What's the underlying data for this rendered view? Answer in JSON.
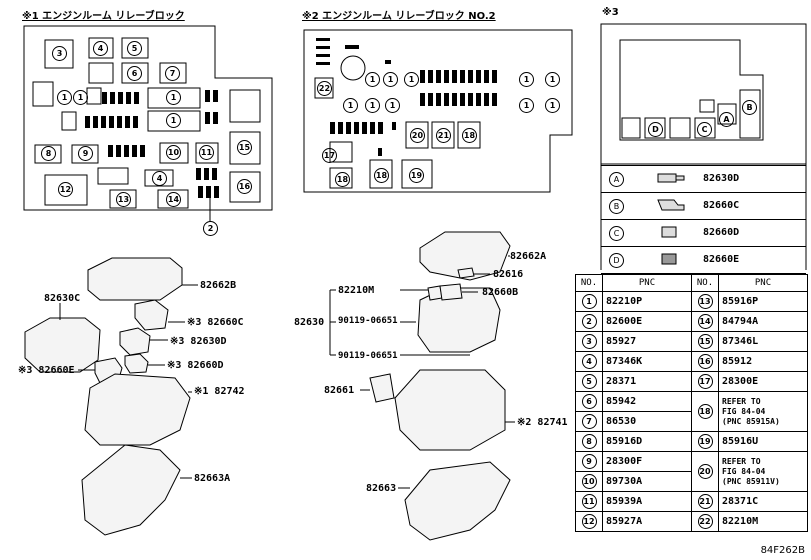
{
  "titles": {
    "block1": "※1 エンジンルーム リレーブロック",
    "block2": "※2 エンジンルーム リレーブロック NO.2",
    "block3": "※3"
  },
  "legend": [
    {
      "key": "A",
      "pnc": "82630D"
    },
    {
      "key": "B",
      "pnc": "82660C"
    },
    {
      "key": "C",
      "pnc": "82660D"
    },
    {
      "key": "D",
      "pnc": "82660E"
    }
  ],
  "table": {
    "headers": [
      "NO.",
      "PNC",
      "NO.",
      "PNC"
    ],
    "rows": [
      {
        "n1": "1",
        "p1": "82210P",
        "n2": "13",
        "p2": "85916P"
      },
      {
        "n1": "2",
        "p1": "82600E",
        "n2": "14",
        "p2": "84794A"
      },
      {
        "n1": "3",
        "p1": "85927",
        "n2": "15",
        "p2": "87346L"
      },
      {
        "n1": "4",
        "p1": "87346K",
        "n2": "16",
        "p2": "85912"
      },
      {
        "n1": "5",
        "p1": "28371",
        "n2": "17",
        "p2": "28300E"
      },
      {
        "n1": "6",
        "p1": "85942",
        "n2": "18",
        "p2": "REFER TO\nFIG 84-04\n(PNC 85915A)"
      },
      {
        "n1": "7",
        "p1": "86530",
        "n2": "",
        "p2": ""
      },
      {
        "n1": "8",
        "p1": "85916D",
        "n2": "19",
        "p2": "85916U"
      },
      {
        "n1": "9",
        "p1": "28300F",
        "n2": "20",
        "p2": "REFER TO\nFIG 84-04\n(PNC 85911V)"
      },
      {
        "n1": "10",
        "p1": "89730A",
        "n2": "",
        "p2": ""
      },
      {
        "n1": "11",
        "p1": "85939A",
        "n2": "21",
        "p2": "28371C"
      },
      {
        "n1": "12",
        "p1": "85927A",
        "n2": "22",
        "p2": "82210M"
      }
    ]
  },
  "parts": {
    "p82662B": "82662B",
    "p82630C": "82630C",
    "p82660C": "※3 82660C",
    "p82630D": "※3 82630D",
    "p82660D": "※3 82660D",
    "p82660E": "※3 82660E",
    "p82742": "※1 82742",
    "p82663A": "82663A",
    "p82662A": "82662A",
    "p82616": "82616",
    "p82210M": "82210M",
    "p82660B": "82660B",
    "p82630": "82630",
    "p90119a": "90119-06651",
    "p90119b": "90119-06651",
    "p82661": "82661",
    "p82741": "※2 82741",
    "p82663": "82663"
  },
  "code": "84F262B"
}
